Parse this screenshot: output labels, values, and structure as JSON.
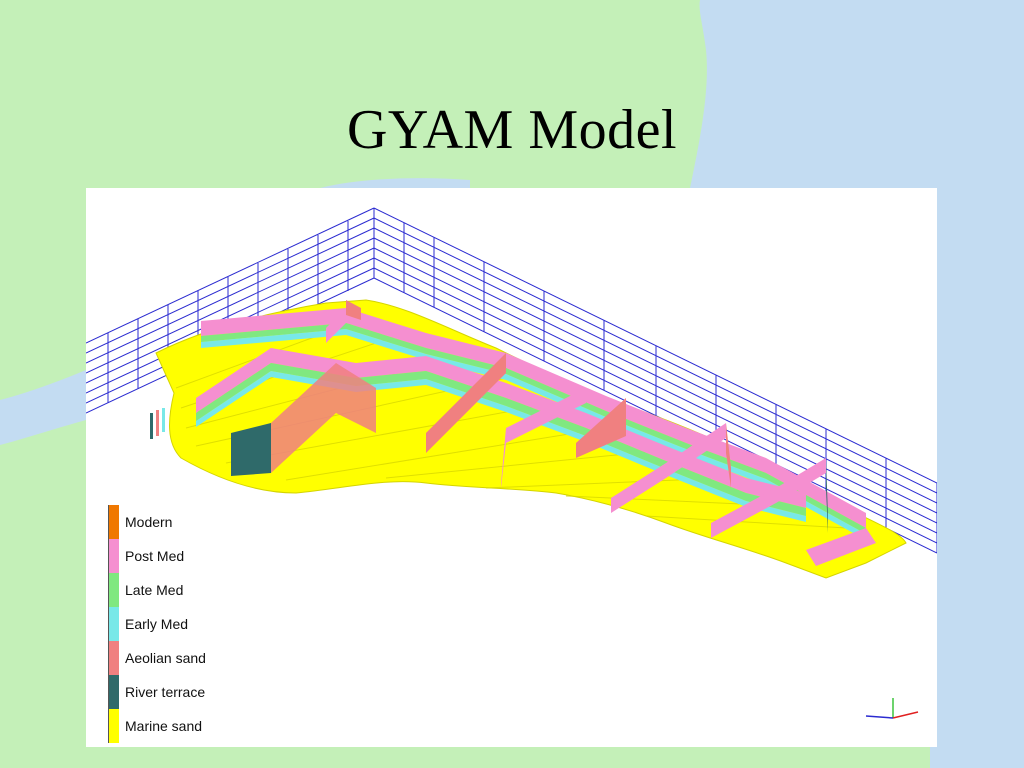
{
  "slide": {
    "title": "GYAM Model"
  },
  "colors": {
    "background_green": "#c4f0b8",
    "background_blue": "#c3dcf2",
    "grid_blue": "#2b2bd0",
    "marine_sand": "#ffff00"
  },
  "legend": {
    "items": [
      {
        "label": "Modern",
        "color": "#f07800"
      },
      {
        "label": "Post Med",
        "color": "#f58fd0"
      },
      {
        "label": "Late Med",
        "color": "#80e880"
      },
      {
        "label": "Early Med",
        "color": "#78e8e8"
      },
      {
        "label": "Aeolian sand",
        "color": "#f08080"
      },
      {
        "label": "River terrace",
        "color": "#2f6a6a"
      },
      {
        "label": "Marine sand",
        "color": "#ffff00"
      }
    ]
  }
}
